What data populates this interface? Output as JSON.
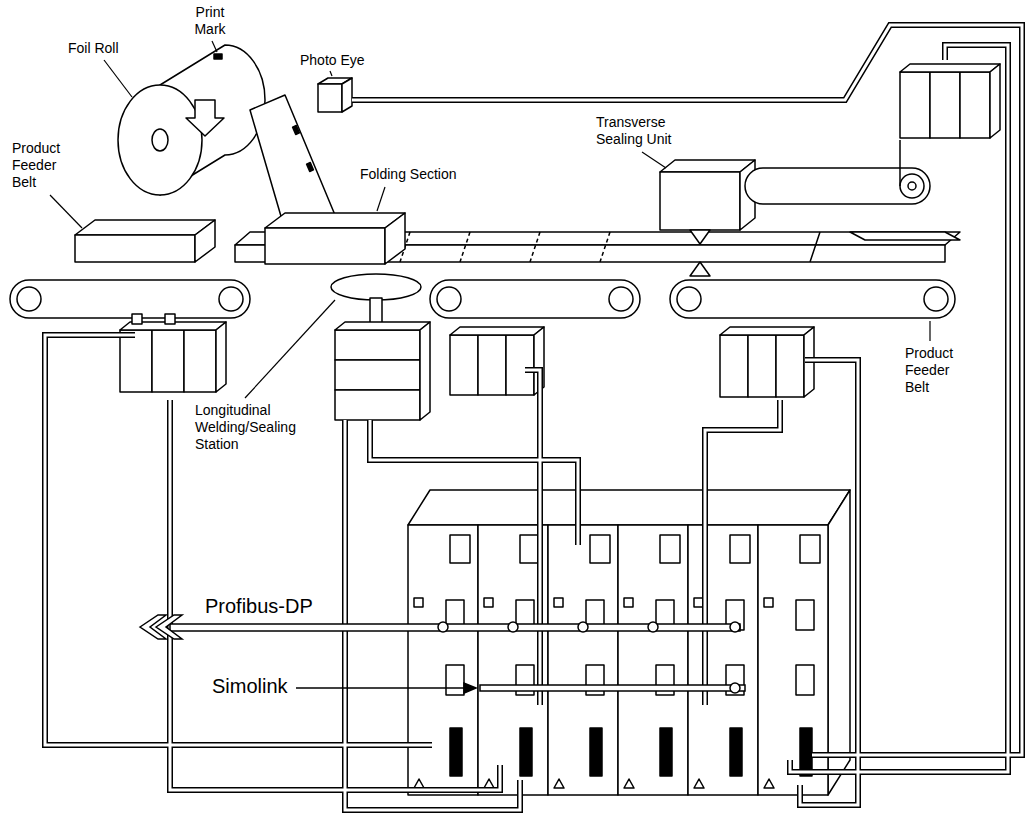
{
  "diagram": {
    "labels": [
      "Print Mark",
      "Foil Roll",
      "Photo Eye",
      "Product Feeder Belt",
      "Folding Section",
      "Transverse Sealing Unit",
      "Product Feeder Belt",
      "Longitudinal Welding/Sealing Station",
      "Profibus-DP",
      "Simolink"
    ]
  }
}
